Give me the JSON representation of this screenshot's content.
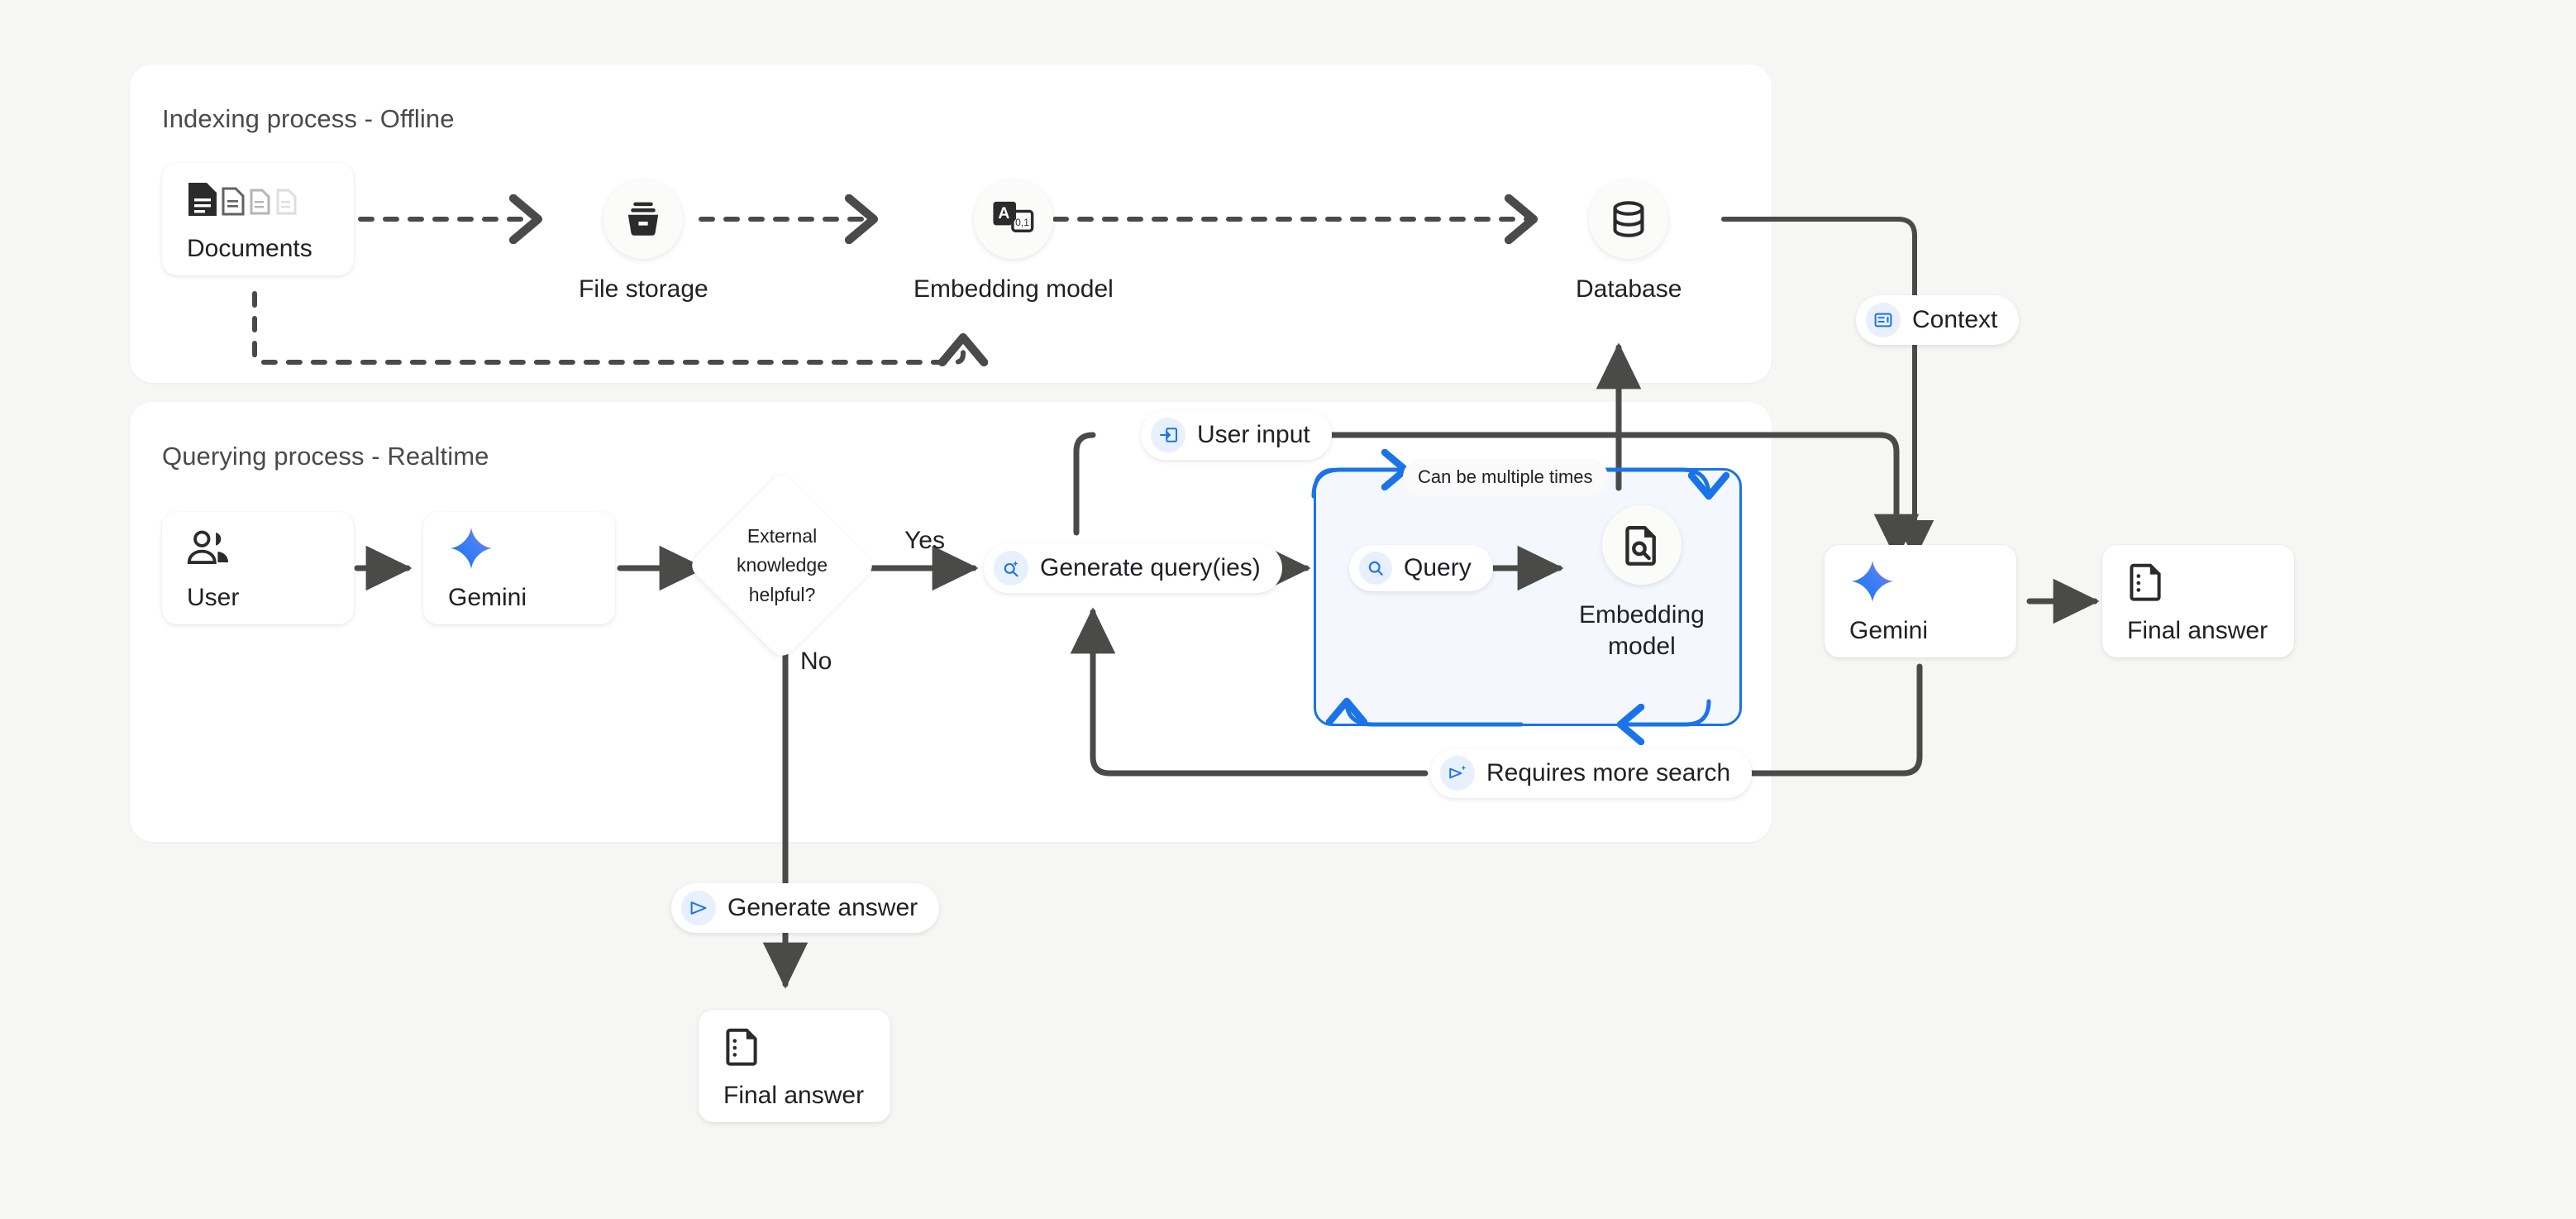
{
  "theme": {
    "background": "#f6f6f4",
    "panel_background": "#ffffff",
    "edge_color": "#4a4a48",
    "accent_blue": "#1a73e8",
    "loop_fill": "#f4f8fe",
    "badge_fill": "#e8effd",
    "gemini_gradient_from": "#1b72ec",
    "gemini_gradient_to": "#9b72f0"
  },
  "panels": {
    "indexing": {
      "title": "Indexing process - Offline"
    },
    "querying": {
      "title": "Querying process - Realtime"
    }
  },
  "indexing": {
    "documents": {
      "label": "Documents",
      "icon": "documents-icon"
    },
    "file_storage": {
      "label": "File storage",
      "icon": "file-storage-icon"
    },
    "embedding_model": {
      "label": "Embedding model",
      "icon": "translate-embedding-icon"
    },
    "database": {
      "label": "Database",
      "icon": "database-icon"
    }
  },
  "querying": {
    "user": {
      "label": "User",
      "icon": "user-group-icon"
    },
    "gemini_left": {
      "label": "Gemini",
      "icon": "gemini-sparkle-icon"
    },
    "decision": {
      "line1": "External",
      "line2": "knowledge",
      "line3": "helpful?"
    },
    "yes_label": "Yes",
    "no_label": "No",
    "generate_queries": {
      "label": "Generate query(ies)",
      "icon": "search-sparkle-icon"
    },
    "query": {
      "label": "Query",
      "icon": "search-icon"
    },
    "loop_note": "Can be multiple times",
    "embedding_model": {
      "label_line1": "Embedding",
      "label_line2": "model",
      "icon": "document-search-icon"
    },
    "gemini_right": {
      "label": "Gemini",
      "icon": "gemini-sparkle-icon"
    },
    "final_answer_right": {
      "label": "Final answer",
      "icon": "answer-doc-icon"
    },
    "final_answer_bottom": {
      "label": "Final answer",
      "icon": "answer-doc-icon"
    }
  },
  "edge_pills": {
    "context": {
      "label": "Context",
      "icon": "context-window-icon"
    },
    "user_input": {
      "label": "User input",
      "icon": "input-arrow-icon"
    },
    "requires_more_search": {
      "label": "Requires more search",
      "icon": "send-sparkle-icon"
    },
    "generate_answer": {
      "label": "Generate answer",
      "icon": "send-icon"
    }
  }
}
